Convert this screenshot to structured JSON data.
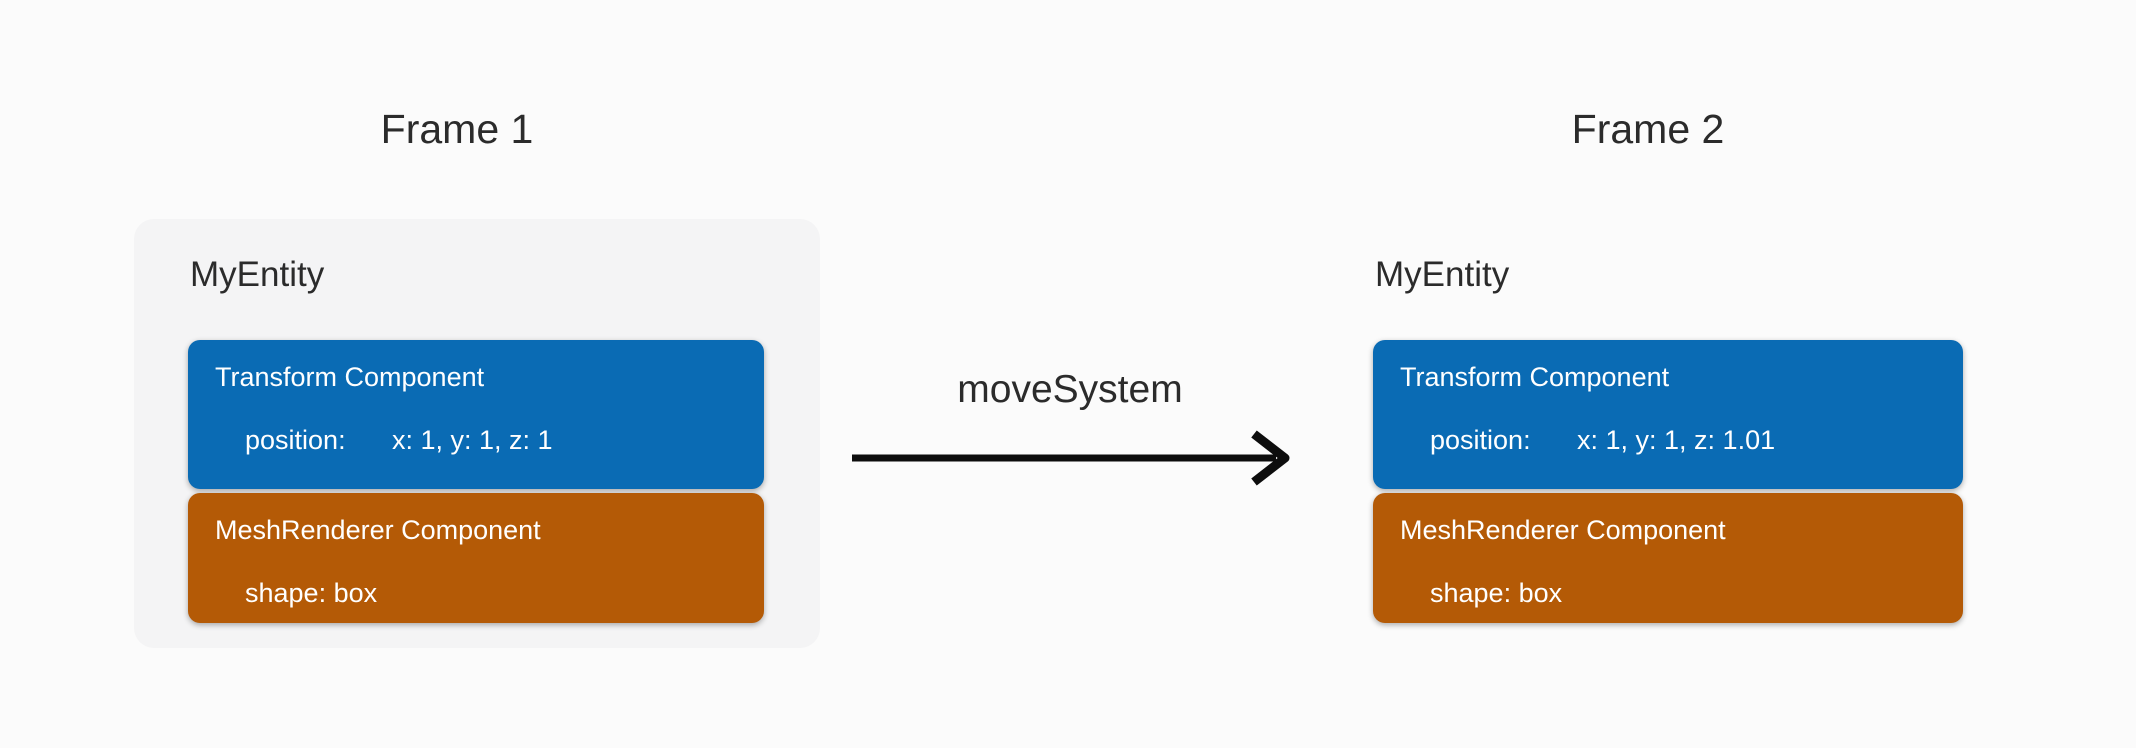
{
  "canvas": {
    "background": "#fbfbfb"
  },
  "colors": {
    "canvas_background": "#fbfbfb",
    "entity_container": "#f4f4f5",
    "transform_component": "#0a6bb4",
    "meshrenderer_component": "#b45a06",
    "heading_text": "#2b2b2b",
    "component_text": "#ffffff",
    "arrow": "#0d0d0d"
  },
  "frames": [
    {
      "title": "Frame 1",
      "entity": {
        "name": "MyEntity",
        "components": [
          {
            "name": "Transform Component",
            "property_label": "position:",
            "property_value": "x: 1, y: 1, z: 1"
          },
          {
            "name": "MeshRenderer Component",
            "property_label": "shape: box",
            "property_value": ""
          }
        ]
      }
    },
    {
      "title": "Frame 2",
      "entity": {
        "name": "MyEntity",
        "components": [
          {
            "name": "Transform Component",
            "property_label": "position:",
            "property_value": "x: 1, y: 1, z: 1.01"
          },
          {
            "name": "MeshRenderer Component",
            "property_label": "shape: box",
            "property_value": ""
          }
        ]
      }
    }
  ],
  "arrow": {
    "label": "moveSystem"
  }
}
